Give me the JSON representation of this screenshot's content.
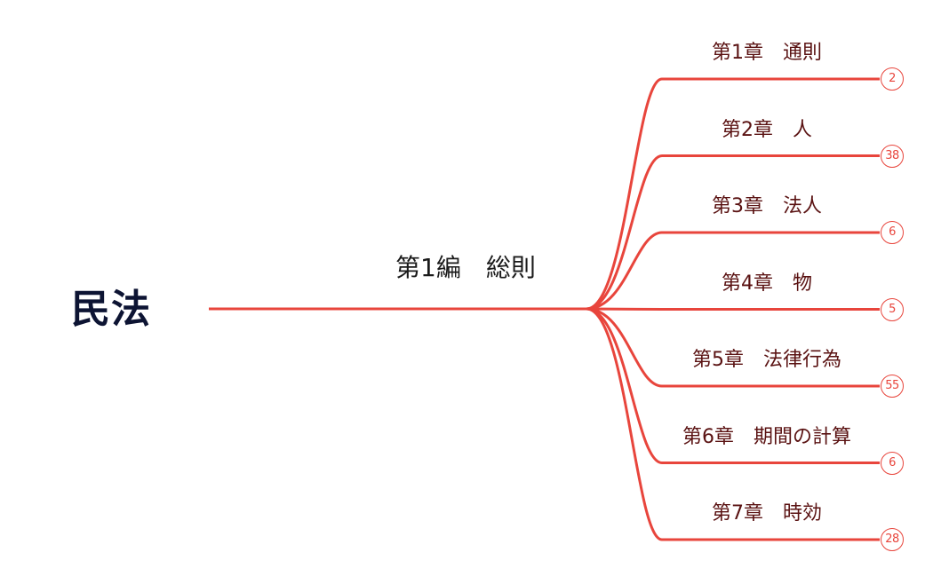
{
  "colors": {
    "branch": "#e8453c",
    "root_text": "#0d1433",
    "chapter_text": "#5a1212"
  },
  "root": {
    "label": "民法"
  },
  "part": {
    "label": "第1編　総則"
  },
  "chapters": [
    {
      "label": "第1章　通則",
      "count": "2"
    },
    {
      "label": "第2章　人",
      "count": "38"
    },
    {
      "label": "第3章　法人",
      "count": "6"
    },
    {
      "label": "第4章　物",
      "count": "5"
    },
    {
      "label": "第5章　法律行為",
      "count": "55"
    },
    {
      "label": "第6章　期間の計算",
      "count": "6"
    },
    {
      "label": "第7章　時効",
      "count": "28"
    }
  ]
}
